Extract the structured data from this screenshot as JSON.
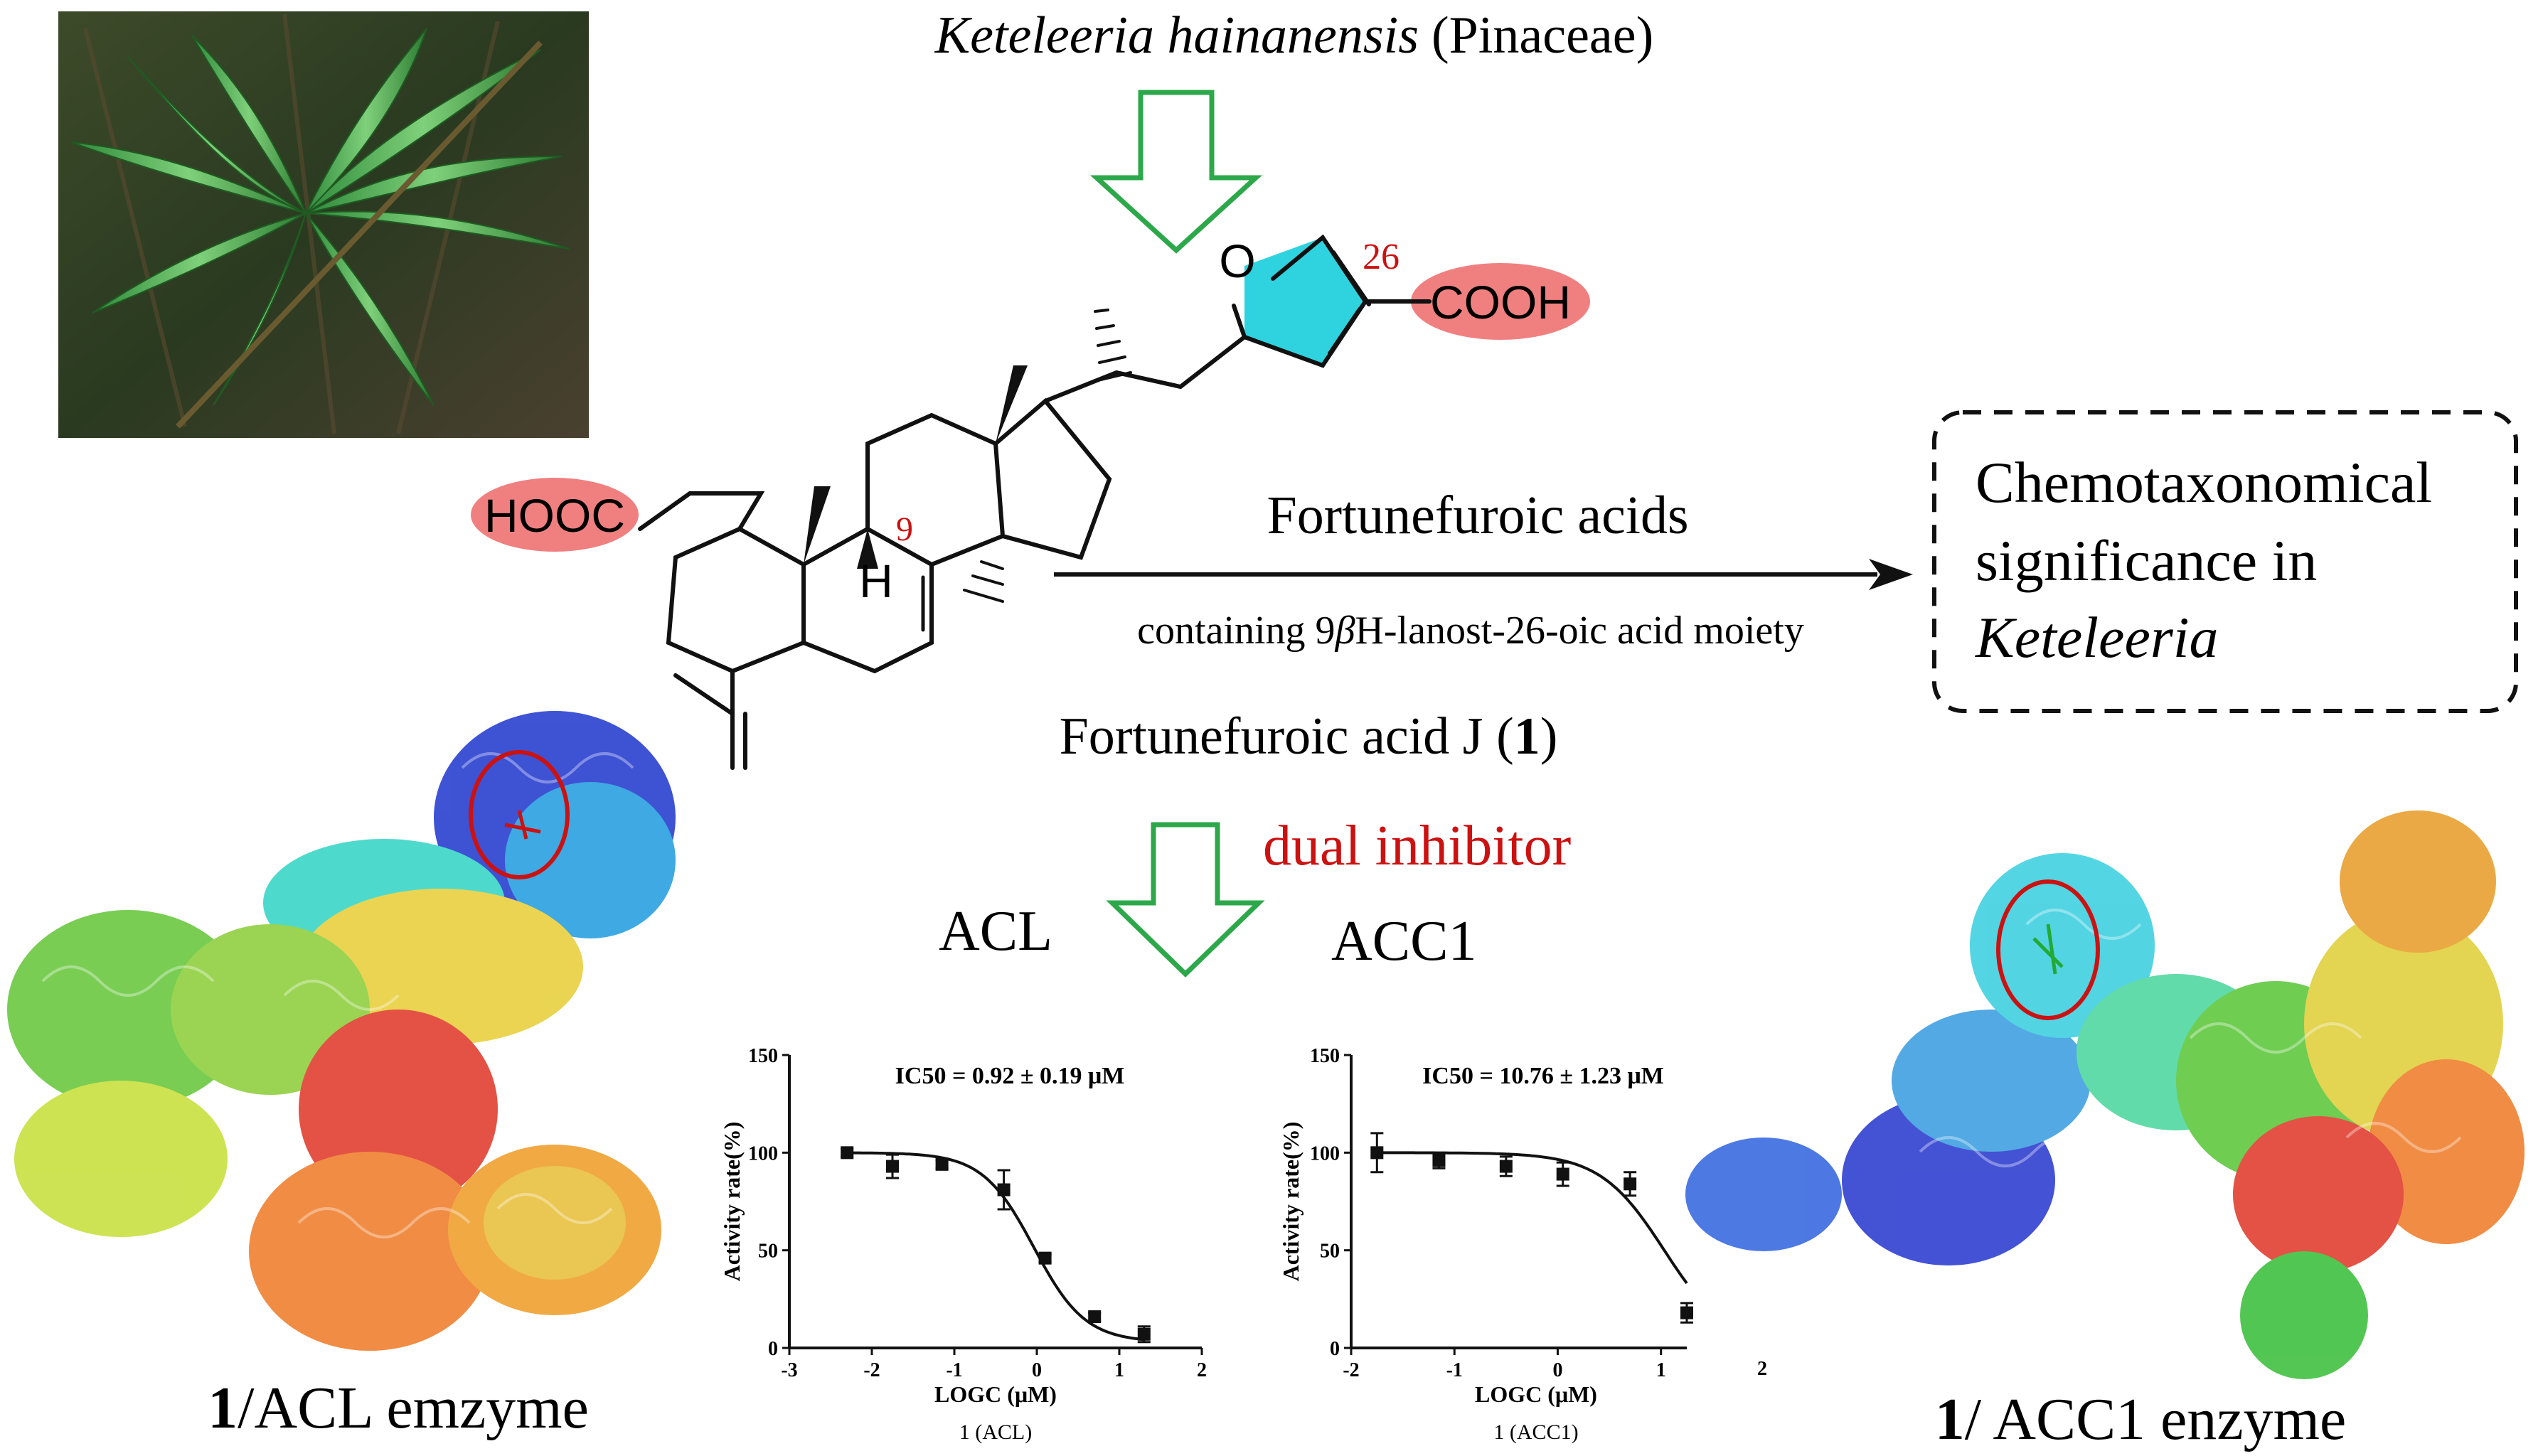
{
  "source": {
    "genus": "Keteleeria hainanensis",
    "family": "(Pinaceae)"
  },
  "molecule": {
    "name": "Fortunefuroic acid J (",
    "name_bold": "1",
    "name_close": ")",
    "group_left": "HOOC",
    "group_right": "COOH",
    "ring_o": "O",
    "h_label": "H",
    "num_9": "9",
    "num_26": "26"
  },
  "reaction": {
    "above": "Fortunefuroic acids",
    "below_pre": "containing 9",
    "below_beta": "β",
    "below_post": "H-lanost-26-oic acid moiety"
  },
  "significance_box": {
    "line1": "Chemotaxonomical",
    "line2": "significance in",
    "line3": "Keteleeria"
  },
  "inhibitor": {
    "label": "dual inhibitor",
    "left_enzyme": "ACL",
    "right_enzyme": "ACC1"
  },
  "captions": {
    "left_bold": "1",
    "left_rest": "/ACL emzyme",
    "right_bold": "1",
    "right_rest": "/ ACC1 enzyme"
  },
  "colors": {
    "arrow_green": "#2ca84a",
    "highlight_red": "#f08080",
    "furan_cyan": "#2fd3e0",
    "label_red": "#cc1111"
  },
  "chart_data": [
    {
      "type": "scatter",
      "title": "IC50 = 0.92 ± 0.19 μM",
      "xlabel": "LOGC (μM)",
      "ylabel": "Activity rate(%)",
      "footnote": "1 (ACL)",
      "xlim": [
        -3,
        2
      ],
      "ylim": [
        0,
        150
      ],
      "xticks": [
        "-3",
        "-2",
        "-1",
        "0",
        "1",
        "2"
      ],
      "yticks": [
        "0",
        "50",
        "100",
        "150"
      ],
      "points": [
        {
          "x": -2.3,
          "y": 100,
          "err": 2
        },
        {
          "x": -1.75,
          "y": 93,
          "err": 6
        },
        {
          "x": -1.15,
          "y": 94,
          "err": 2
        },
        {
          "x": -0.4,
          "y": 81,
          "err": 10
        },
        {
          "x": 0.1,
          "y": 46,
          "err": 2
        },
        {
          "x": 0.7,
          "y": 16,
          "err": 2
        },
        {
          "x": 1.3,
          "y": 7,
          "err": 4
        }
      ],
      "fit": {
        "top": 100,
        "bottom": 3,
        "logIC50": -0.036,
        "hill": 1.4,
        "x_range": [
          -2.3,
          1.3
        ]
      }
    },
    {
      "type": "scatter",
      "title": "IC50 = 10.76 ± 1.23 μM",
      "xlabel": "LOGC (μM)",
      "ylabel": "Activity rate(%)",
      "footnote": "1 (ACC1)",
      "xlim": [
        -2,
        1.25
      ],
      "ylim": [
        0,
        150
      ],
      "xticks": [
        "-2",
        "-1",
        "0",
        "1"
      ],
      "extra_tick_label": "2",
      "yticks": [
        "0",
        "50",
        "100",
        "150"
      ],
      "points": [
        {
          "x": -1.75,
          "y": 100,
          "err": 10
        },
        {
          "x": -1.15,
          "y": 96,
          "err": 4
        },
        {
          "x": -0.5,
          "y": 93,
          "err": 5
        },
        {
          "x": 0.05,
          "y": 89,
          "err": 6
        },
        {
          "x": 0.7,
          "y": 84,
          "err": 6
        },
        {
          "x": 1.25,
          "y": 18,
          "err": 5
        }
      ],
      "fit": {
        "top": 100,
        "bottom": 0,
        "logIC50": 1.032,
        "hill": 1.4,
        "x_range": [
          -1.75,
          1.25
        ]
      }
    }
  ]
}
